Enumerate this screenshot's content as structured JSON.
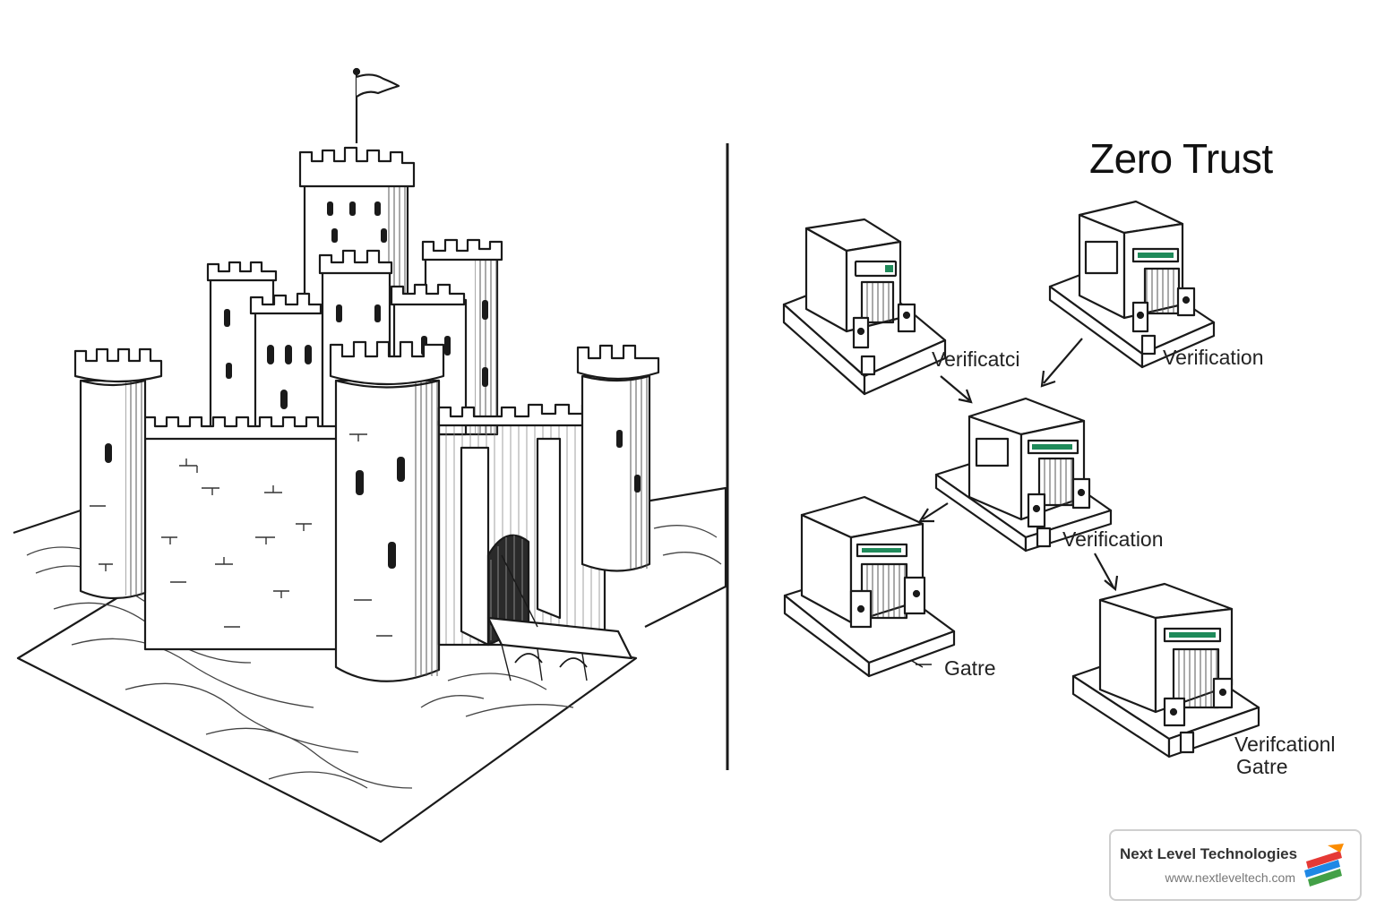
{
  "diagram": {
    "title": "Zero Trust",
    "labels": {
      "node1": "Verificatci",
      "node2": "Verification",
      "node3": "Verification",
      "node4": "Gatre",
      "node5_line1": "Verifcationl",
      "node5_line2": "Gatre"
    }
  },
  "brand": {
    "name": "Next Level Technologies",
    "url": "www.nextleveltech.com",
    "logo_icon": "colorful-stacked-stripes-logo",
    "logo_colors": [
      "#e53935",
      "#1e88e5",
      "#43a047",
      "#fb8c00"
    ]
  },
  "colors": {
    "ink": "#1a1a1a",
    "accent": "#1f8a5a"
  }
}
